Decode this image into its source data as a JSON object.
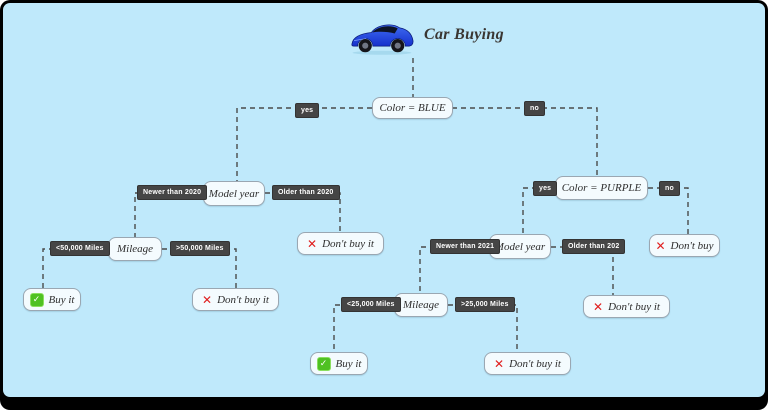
{
  "header": {
    "title": "Car Buying",
    "car_icon": "blue-sports-car"
  },
  "nodes": {
    "root": {
      "label": "Color = BLUE"
    },
    "model_year_left": {
      "label": "Model year"
    },
    "mileage_left": {
      "label": "Mileage"
    },
    "buy_left": {
      "label": "Buy it",
      "icon": "green-check"
    },
    "dont_buy_left": {
      "label": "Don't buy it",
      "icon": "red-x"
    },
    "dont_buy_mid": {
      "label": "Don't buy it",
      "icon": "red-x"
    },
    "color_purple": {
      "label": "Color = PURPLE"
    },
    "model_year_right": {
      "label": "Model year"
    },
    "dont_buy_far_right": {
      "label": "Don't buy",
      "icon": "red-x"
    },
    "mileage_right": {
      "label": "Mileage"
    },
    "dont_buy_right_mid": {
      "label": "Don't buy it",
      "icon": "red-x"
    },
    "buy_bottom": {
      "label": "Buy it",
      "icon": "green-check"
    },
    "dont_buy_bottom": {
      "label": "Don't buy it",
      "icon": "red-x"
    }
  },
  "edges": {
    "root_yes": "yes",
    "root_no": "no",
    "newer_2020": "Newer than 2020",
    "older_2020": "Older than 2020",
    "lt_50k": "<50,000 Miles",
    "gt_50k": ">50,000 Miles",
    "purple_yes": "yes",
    "purple_no": "no",
    "newer_2021": "Newer than 2021",
    "older_202": "Older than 202",
    "lt_25k": "<25,000 Miles",
    "gt_25k": ">25,000 Miles"
  },
  "icons": {
    "check": "✓",
    "cross": "✕"
  },
  "colors": {
    "canvas_bg": "#bfe9fb",
    "frame": "#000000",
    "node_bg": "#f4fbfe",
    "node_border": "#9aa7b2",
    "edge_line": "#4a4a4a",
    "edge_label_bg": "#454545",
    "edge_label_fg": "#ffffff",
    "check_green": "#4fc122",
    "cross_red": "#e01f1f",
    "car_blue": "#2448e0"
  }
}
